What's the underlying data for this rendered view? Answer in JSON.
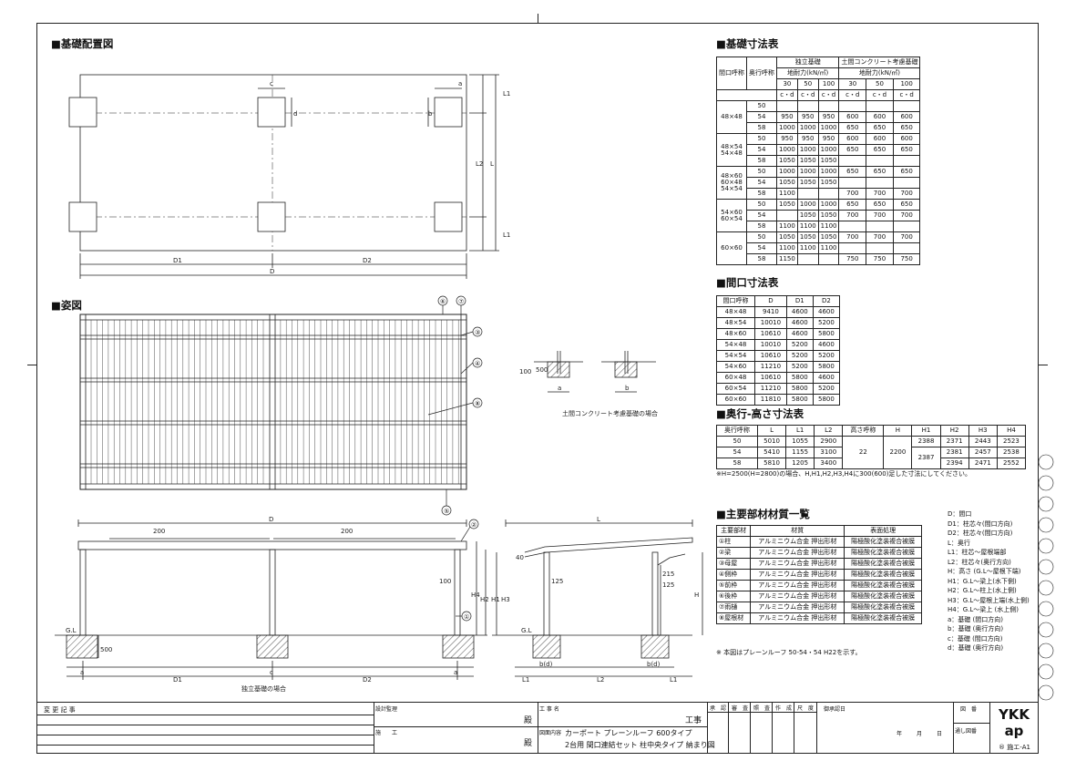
{
  "sections": {
    "layout": "■基礎配置図",
    "figure": "■姿図",
    "foundation_table": "■基礎寸法表",
    "width_table": "■間口寸法表",
    "depth_height_table": "■奥行-高さ寸法表",
    "materials_table": "■主要部材材質一覧"
  },
  "layout_dims": {
    "D": "D",
    "D1": "D1",
    "D2": "D2",
    "L": "L",
    "L1": "L1",
    "L2": "L2",
    "a": "a",
    "b": "b",
    "c": "c",
    "d": "d"
  },
  "figure_callouts": [
    "⑥",
    "⑦",
    "③",
    "④",
    "⑧",
    "⑤",
    "②",
    "①"
  ],
  "section_notes": {
    "concrete_case": "土間コンクリート考慮基礎の場合",
    "independent_case": "独立基礎の場合",
    "dim_100": "100",
    "dim_500": "500",
    "dim_200": "200",
    "dim_125": "125",
    "dim_215": "215",
    "dim_40": "40",
    "gl": "G.L",
    "h": "H",
    "h1": "H1",
    "h2": "H2",
    "h3": "H3",
    "h4": "H4",
    "bd": "b(d)"
  },
  "foundation_table": {
    "h_width": "間口呼称",
    "h_depth": "奥行呼称",
    "h_indep": "独立基礎",
    "h_concrete": "土間コンクリート考慮基礎",
    "h_bearing": "地耐力(kN/㎡)",
    "pressures": [
      "30",
      "50",
      "100",
      "30",
      "50",
      "100"
    ],
    "cd": "c・d",
    "groups": [
      {
        "label": "48×48",
        "rows": [
          [
            "50",
            "",
            "",
            "",
            "",
            "",
            ""
          ],
          [
            "54",
            "950",
            "950",
            "950",
            "600",
            "600",
            "600"
          ],
          [
            "58",
            "1000",
            "1000",
            "1000",
            "650",
            "650",
            "650"
          ]
        ]
      },
      {
        "label": "48×54 54×48",
        "rows": [
          [
            "50",
            "950",
            "950",
            "950",
            "600",
            "600",
            "600"
          ],
          [
            "54",
            "1000",
            "1000",
            "1000",
            "650",
            "650",
            "650"
          ],
          [
            "58",
            "1050",
            "1050",
            "1050",
            "",
            "",
            ""
          ]
        ]
      },
      {
        "label": "48×60 60×48 54×54",
        "rows": [
          [
            "50",
            "1000",
            "1000",
            "1000",
            "650",
            "650",
            "650"
          ],
          [
            "54",
            "1050",
            "1050",
            "1050",
            "",
            "",
            ""
          ],
          [
            "58",
            "1100",
            "",
            "",
            "700",
            "700",
            "700"
          ]
        ]
      },
      {
        "label": "54×60 60×54",
        "rows": [
          [
            "50",
            "1050",
            "1000",
            "1000",
            "650",
            "650",
            "650"
          ],
          [
            "54",
            "",
            "1050",
            "1050",
            "700",
            "700",
            "700"
          ],
          [
            "58",
            "1100",
            "1100",
            "1100",
            "",
            "",
            ""
          ]
        ]
      },
      {
        "label": "60×60",
        "rows": [
          [
            "50",
            "1050",
            "1050",
            "1050",
            "700",
            "700",
            "700"
          ],
          [
            "54",
            "1100",
            "1100",
            "1100",
            "",
            "",
            ""
          ],
          [
            "58",
            "1150",
            "",
            "",
            "750",
            "750",
            "750"
          ]
        ]
      }
    ]
  },
  "width_table": {
    "headers": [
      "間口呼称",
      "D",
      "D1",
      "D2"
    ],
    "rows": [
      [
        "48×48",
        "9410",
        "4600",
        "4600"
      ],
      [
        "48×54",
        "10010",
        "4600",
        "5200"
      ],
      [
        "48×60",
        "10610",
        "4600",
        "5800"
      ],
      [
        "54×48",
        "10010",
        "5200",
        "4600"
      ],
      [
        "54×54",
        "10610",
        "5200",
        "5200"
      ],
      [
        "54×60",
        "11210",
        "5200",
        "5800"
      ],
      [
        "60×48",
        "10610",
        "5800",
        "4600"
      ],
      [
        "60×54",
        "11210",
        "5800",
        "5200"
      ],
      [
        "60×60",
        "11810",
        "5800",
        "5800"
      ]
    ]
  },
  "depth_table": {
    "headers": [
      "奥行呼称",
      "L",
      "L1",
      "L2",
      "高さ呼称",
      "H",
      "H1",
      "H2",
      "H3",
      "H4"
    ],
    "rows": [
      [
        "50",
        "5010",
        "1055",
        "2900",
        "2388",
        "2371",
        "2443",
        "2523"
      ],
      [
        "54",
        "5410",
        "1155",
        "3100",
        "2387",
        "2381",
        "2457",
        "2538"
      ],
      [
        "58",
        "5810",
        "1205",
        "3400",
        "",
        "2394",
        "2471",
        "2552"
      ]
    ],
    "height_name": "22",
    "H": "2200",
    "note": "※H=2500(H=2800)の場合、H,H1,H2,H3,H4に300(600)足した寸法にしてください。"
  },
  "materials_table": {
    "headers": [
      "主要部材",
      "材質",
      "表面処理"
    ],
    "rows": [
      [
        "①柱",
        "アルミニウム合金 押出形材",
        "陽極酸化塗装複合被膜"
      ],
      [
        "②梁",
        "アルミニウム合金 押出形材",
        "陽極酸化塗装複合被膜"
      ],
      [
        "③母屋",
        "アルミニウム合金 押出形材",
        "陽極酸化塗装複合被膜"
      ],
      [
        "④側枠",
        "アルミニウム合金 押出形材",
        "陽極酸化塗装複合被膜"
      ],
      [
        "⑤前枠",
        "アルミニウム合金 押出形材",
        "陽極酸化塗装複合被膜"
      ],
      [
        "⑥後枠",
        "アルミニウム合金 押出形材",
        "陽極酸化塗装複合被膜"
      ],
      [
        "⑦雨樋",
        "アルミニウム合金 押出形材",
        "陽極酸化塗装複合被膜"
      ],
      [
        "⑧屋根材",
        "アルミニウム合金 押出形材",
        "陽極酸化塗装複合被膜"
      ]
    ],
    "note": "※ 本図はプレーンルーフ 50-54・54 H22を示す。"
  },
  "legend": [
    "D：間口",
    "D1：柱芯々(間口方向)",
    "D2：柱芯々(間口方向)",
    "L：奥行",
    "L1：柱芯～屋根端部",
    "L2：柱芯々(奥行方向)",
    "H：高さ (G.L～屋根下端)",
    "H1：G.L～梁上(水下側)",
    "H2：G.L～柱上(水上側)",
    "H3：G.L～屋根上端(水上側)",
    "H4：G.L～梁上 (水上側)",
    "a：基礎 (間口方向)",
    "b：基礎 (奥行方向)",
    "c：基礎 (間口方向)",
    "d：基礎 (奥行方向)"
  ],
  "title_block": {
    "change_record": "変 更 記 事",
    "design_supervision": "設計監理",
    "construction": "施　　工",
    "honorific1": "殿",
    "honorific2": "殿",
    "project_name_label": "工 事 名",
    "project_suffix": "工事",
    "drawing_content_label": "図面内容",
    "drawing_title1": "カーポート プレーンルーフ 600タイプ",
    "drawing_title2": "2台用 間口連結セット 柱中央タイプ 納まり図",
    "stamps": [
      "承",
      "認",
      "審",
      "査",
      "照",
      "査",
      "作",
      "成",
      "尺",
      "度"
    ],
    "drawing_date_label": "御承認日",
    "year": "年",
    "month": "月",
    "day": "日",
    "drawing_no_label": "図　番",
    "order_label": "通し図番",
    "brand": "YKK ap",
    "sheet_no": "® 施エ-A1"
  }
}
